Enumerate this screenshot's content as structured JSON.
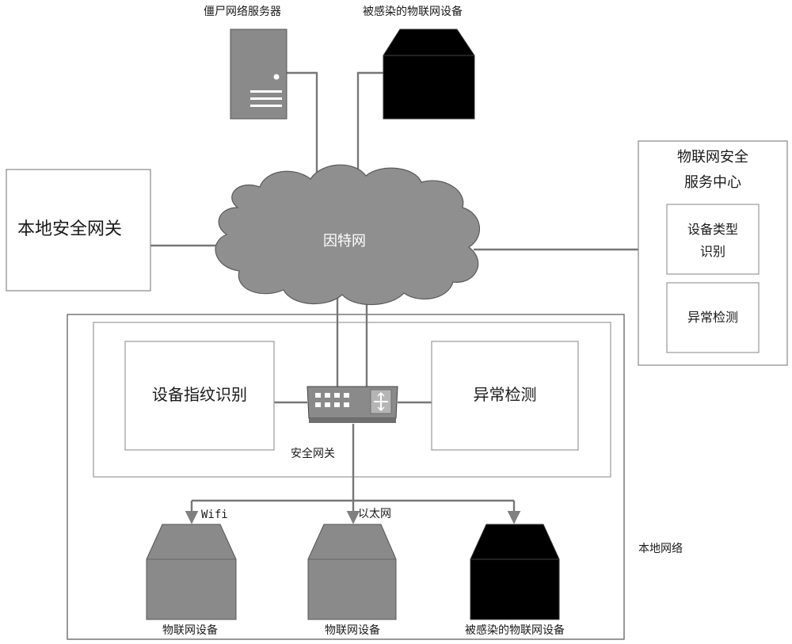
{
  "top": {
    "zombie_server": "僵尸网络服务器",
    "infected_device": "被感染的物联网设备"
  },
  "internet": {
    "label": "因特网"
  },
  "local_gateway_box": {
    "label": "本地安全网关"
  },
  "service_center": {
    "title_line1": "物联网安全",
    "title_line2": "服务中心",
    "module1_line1": "设备类型",
    "module1_line2": "识别",
    "module2": "异常检测"
  },
  "local_network": {
    "label": "本地网络",
    "fingerprint": "设备指纹识别",
    "anomaly": "异常检测",
    "gateway": "安全网关",
    "link_wifi": "Wifi",
    "link_ethernet": "以太网",
    "device1": "物联网设备",
    "device2": "物联网设备",
    "device3": "被感染的物联网设备"
  }
}
